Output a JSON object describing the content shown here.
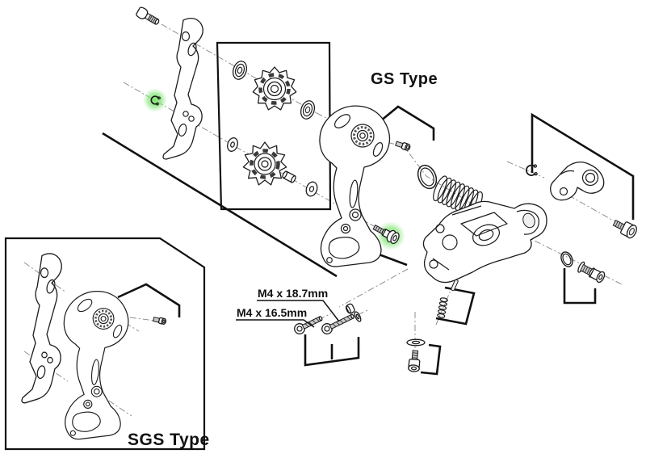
{
  "title": "Rear derailleur exploded-view diagram",
  "labels": {
    "gs_type": "GS Type",
    "sgs_type": "SGS Type",
    "m4_long": "M4 x 18.7mm",
    "m4_short": "M4 x 16.5mm"
  },
  "colors": {
    "line": "#1c1c1c",
    "thin_line": "#8f8f8f",
    "box_line": "#111111",
    "highlight_green": "#6fdc64",
    "background": "#ffffff"
  },
  "highlighted_parts": [
    "pulley-axle-circlip",
    "lower-pulley-bolt"
  ],
  "gears": {
    "upper_pulley": "340,110,27,21,11",
    "lower_pulley": "328,203,27,20,11"
  },
  "springs": {
    "main_tension_spring": "9,6,5.5,16.5"
  }
}
